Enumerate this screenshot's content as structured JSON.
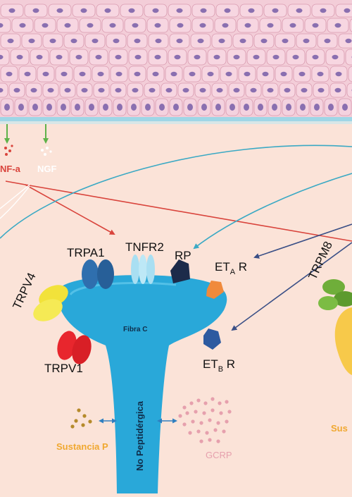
{
  "mediators": {
    "tnf": "NF-a",
    "ngf": "NGF"
  },
  "receptors": {
    "trpa1": "TRPA1",
    "tnfr2": "TNFR2",
    "rp": "RP",
    "eta_main": "ET",
    "eta_sub": "A",
    "eta_suffix": " R",
    "etb_main": "ET",
    "etb_sub": "B",
    "etb_suffix": " R",
    "trpv4": "TRPV4",
    "trpv1": "TRPV1",
    "trpm8": "TRPM8"
  },
  "fiber": {
    "label": "Fibra C",
    "stem_label": "No Peptidérgica"
  },
  "neuropeptides": {
    "sp": "Sustancia P",
    "gcrp": "GCRP",
    "sp_clipped": "Sus"
  },
  "colors": {
    "background": "#fbe3d8",
    "epidermis": "#f0c6d3",
    "cell_nucleus": "#8a6fb0",
    "basal_line": "#9fd6e6",
    "fiber": "#29a8d9",
    "trpa1": "#2f6fae",
    "tnfr2": "#a9dff2",
    "rp": "#1c2b4a",
    "eta": "#f08a3c",
    "etb": "#2d5aa0",
    "trpv4": "#f2e23a",
    "trpv1": "#e8262d",
    "trpm8": "#6fae3a",
    "sp": "#b58a2a",
    "gcrp": "#e6a0ad",
    "sp_text": "#f0a830",
    "red_arrow": "#d9443c",
    "teal_arrow": "#3aa9c4",
    "navy_arrow": "#3a4f86",
    "green_arrow": "#5fb24a"
  }
}
